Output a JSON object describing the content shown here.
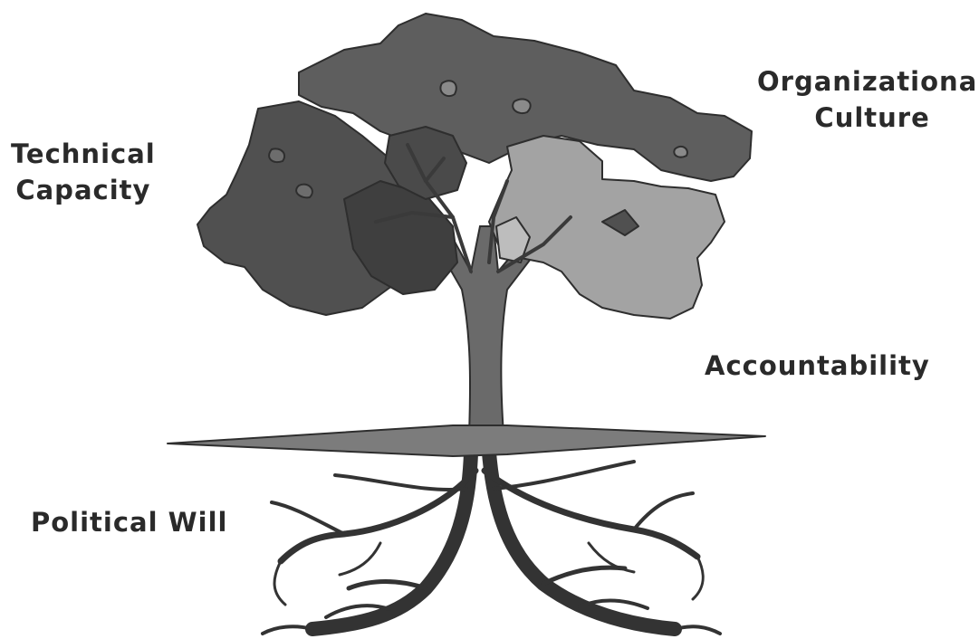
{
  "labels": {
    "technical_capacity": [
      "Technical",
      "Capacity"
    ],
    "organizational_culture": [
      "Organizational",
      "Culture"
    ],
    "accountability": "Accountability",
    "political_will": "Political Will"
  },
  "colors": {
    "dark_foliage": "#505050",
    "mid_foliage": "#5e5e5e",
    "light_foliage": "#a3a3a3",
    "trunk": "#6a6a6a",
    "ground": "#7c7c7c",
    "roots": "#333333",
    "outline": "#2e2e2e",
    "text": "#2a2a2a"
  }
}
